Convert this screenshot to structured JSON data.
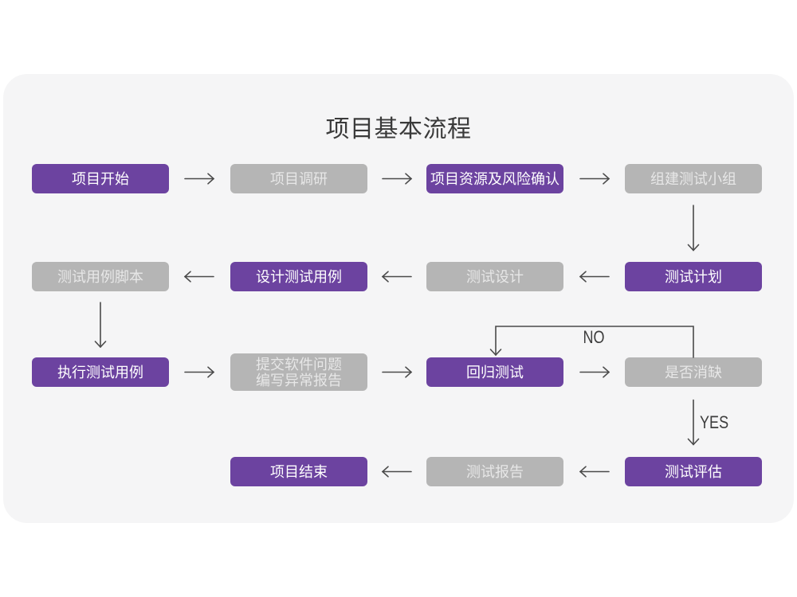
{
  "title": "项目基本流程",
  "colors": {
    "background": "#ffffff",
    "card": "#f5f5f6",
    "node_purple": "#6c43a0",
    "node_gray": "#b5b5b5",
    "node_text_on_purple": "#ffffff",
    "node_text_on_gray": "#e7e7e7",
    "arrow": "#4a4a4a",
    "title_text": "#3a3a3a",
    "branch_label_text": "#3d3d3d"
  },
  "nodes": [
    {
      "id": "project-start",
      "label": "项目开始",
      "style": "purple"
    },
    {
      "id": "project-research",
      "label": "项目调研",
      "style": "gray"
    },
    {
      "id": "resources-risk-confirm",
      "label": "项目资源及风险确认",
      "style": "purple"
    },
    {
      "id": "build-test-team",
      "label": "组建测试小组",
      "style": "gray"
    },
    {
      "id": "test-case-script",
      "label": "测试用例脚本",
      "style": "gray"
    },
    {
      "id": "design-test-case",
      "label": "设计测试用例",
      "style": "purple"
    },
    {
      "id": "test-design",
      "label": "测试设计",
      "style": "gray"
    },
    {
      "id": "test-plan",
      "label": "测试计划",
      "style": "purple"
    },
    {
      "id": "execute-test-case",
      "label": "执行测试用例",
      "style": "purple"
    },
    {
      "id": "submit-issue-report",
      "lines": [
        "提交软件问题",
        "编写异常报告"
      ],
      "style": "gray"
    },
    {
      "id": "regression-test",
      "label": "回归测试",
      "style": "purple"
    },
    {
      "id": "defect-resolved",
      "label": "是否消缺",
      "style": "gray"
    },
    {
      "id": "project-end",
      "label": "项目结束",
      "style": "purple"
    },
    {
      "id": "test-report",
      "label": "测试报告",
      "style": "gray"
    },
    {
      "id": "test-evaluation",
      "label": "测试评估",
      "style": "purple"
    }
  ],
  "branch_labels": {
    "no": "NO",
    "yes": "YES"
  }
}
